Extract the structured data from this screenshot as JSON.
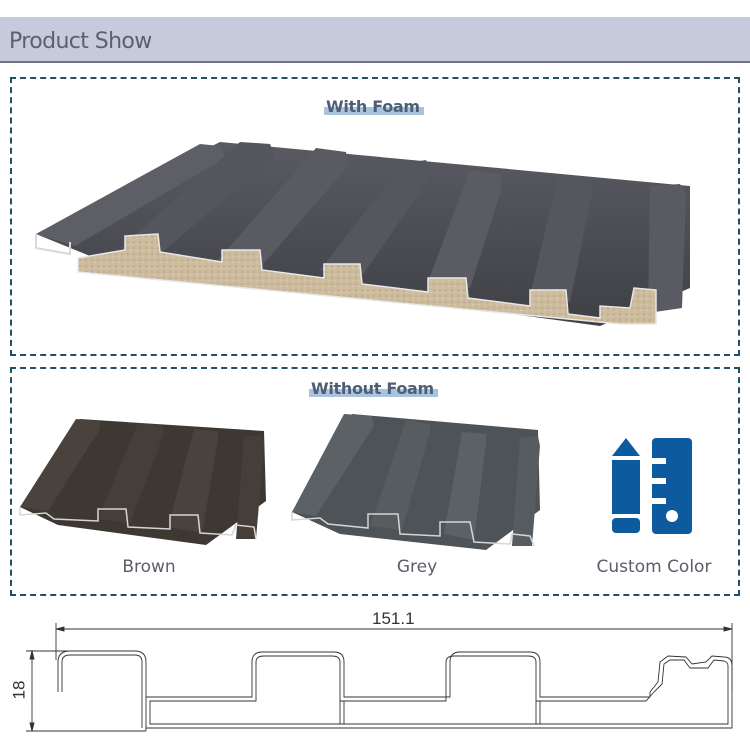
{
  "header": {
    "title": "Product Show"
  },
  "sections": {
    "with_foam": {
      "label": "With Foam"
    },
    "without_foam": {
      "label": "Without Foam",
      "variants": [
        {
          "caption": "Brown",
          "color": "#3e3833"
        },
        {
          "caption": "Grey",
          "color": "#4d5356"
        },
        {
          "caption": "Custom Color",
          "icon": "pencil-ruler-icon",
          "color": "#0d5a9e"
        }
      ]
    }
  },
  "drawing": {
    "width_label": "151.1",
    "height_label": "18"
  },
  "colors": {
    "header_bg": "#c6cbdc",
    "dash_border": "#244e62",
    "panel_dark": "#4a4b51",
    "foam": "#c9b79a",
    "accent_blue": "#0d5a9e"
  }
}
